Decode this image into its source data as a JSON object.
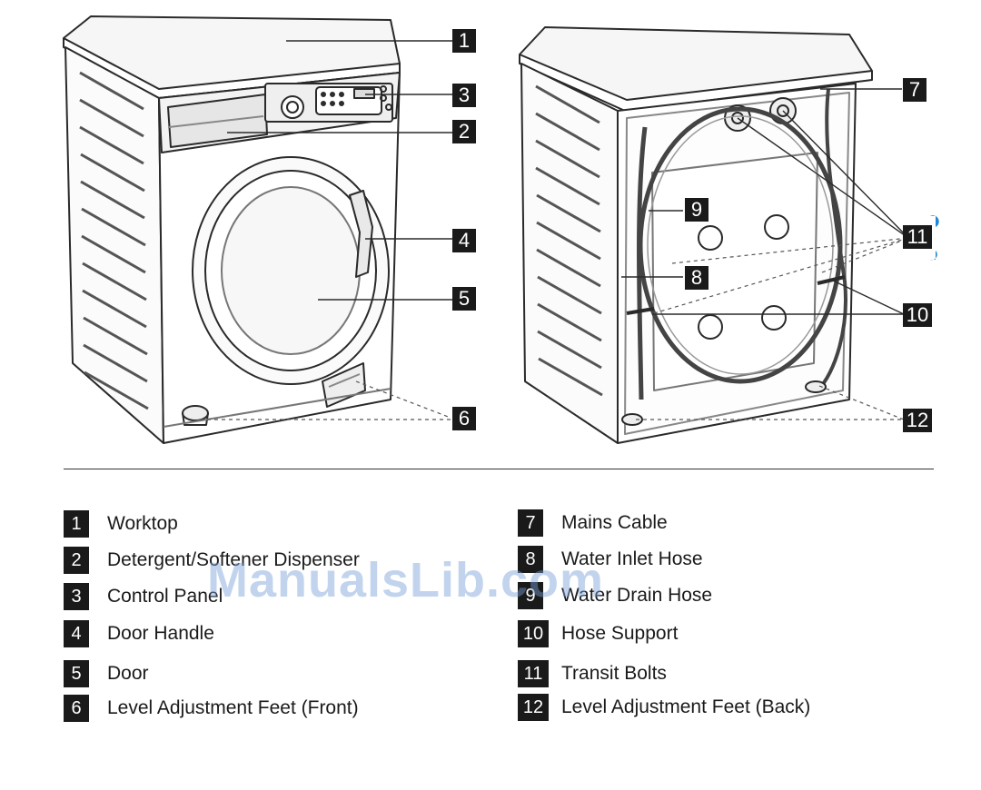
{
  "callouts": [
    "1",
    "2",
    "3",
    "4",
    "5",
    "6",
    "7",
    "8",
    "9",
    "10",
    "11",
    "12"
  ],
  "legend": {
    "left": [
      {
        "num": "1",
        "label": "Worktop"
      },
      {
        "num": "2",
        "label": "Detergent/Softener Dispenser"
      },
      {
        "num": "3",
        "label": "Control Panel"
      },
      {
        "num": "4",
        "label": "Door Handle"
      },
      {
        "num": "5",
        "label": "Door"
      },
      {
        "num": "6",
        "label": "Level Adjustment Feet (Front)"
      }
    ],
    "right": [
      {
        "num": "7",
        "label": "Mains Cable"
      },
      {
        "num": "8",
        "label": "Water Inlet Hose"
      },
      {
        "num": "9",
        "label": "Water Drain Hose"
      },
      {
        "num": "10",
        "label": "Hose Support"
      },
      {
        "num": "11",
        "label": "Transit Bolts"
      },
      {
        "num": "12",
        "label": "Level Adjustment Feet (Back)"
      }
    ]
  },
  "watermark": "ManualsLib.com",
  "colors": {
    "callout_bg": "#1a1a1a",
    "callout_text": "#ffffff",
    "line": "#333333",
    "watermark": "#78a0d7"
  }
}
